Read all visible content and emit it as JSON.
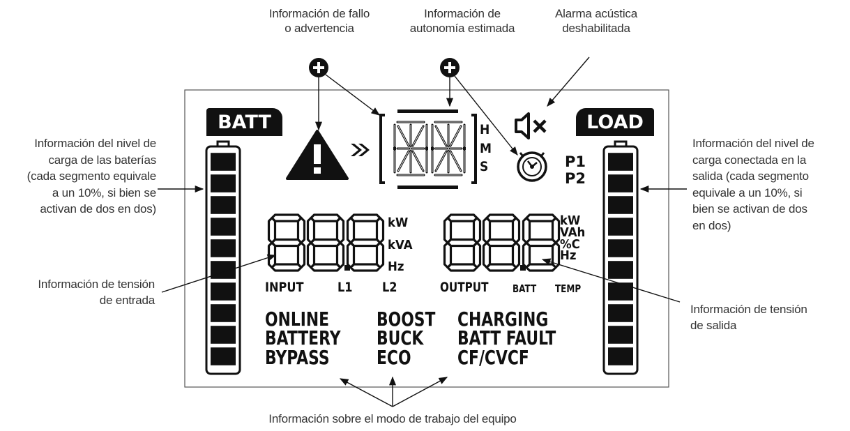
{
  "annotations": {
    "fault_warning": [
      "Información de fallo",
      "o advertencia"
    ],
    "autonomy": [
      "Información de",
      "autonomía estimada"
    ],
    "alarm_disabled": [
      "Alarma acústica",
      "deshabilitada"
    ],
    "battery_level": [
      "Información del nivel de",
      "carga de las baterías",
      "(cada segmento equivale",
      "a un 10%, si bien se",
      "activan de dos en dos)"
    ],
    "input_voltage": [
      "Información de tensión",
      "de entrada"
    ],
    "load_level": [
      "Información del nivel de",
      "carga conectada en la",
      "salida (cada segmento",
      "equivale a un 10%, si",
      "bien se activan de dos",
      "en dos)"
    ],
    "output_voltage": [
      "Información de tensión",
      "de salida"
    ],
    "work_mode": "Información sobre el modo de trabajo del equipo"
  },
  "lcd": {
    "batt_label": "BATT",
    "load_label": "LOAD",
    "time_units": [
      "H",
      "M",
      "S"
    ],
    "profiles": [
      "P1",
      "P2"
    ],
    "input_units": [
      "kW",
      "kVA",
      "Hz"
    ],
    "output_units": [
      "kW",
      "VAh",
      "%C",
      "Hz"
    ],
    "input_row": [
      "INPUT",
      "L1",
      "L2"
    ],
    "output_row": [
      "OUTPUT",
      "BATT",
      "TEMP"
    ],
    "modes": [
      [
        "ONLINE",
        "BOOST",
        "CHARGING"
      ],
      [
        "BATTERY",
        "BUCK",
        "BATT FAULT"
      ],
      [
        "BYPASS",
        "ECO",
        "CF/CVCF"
      ]
    ],
    "battery_segments": 10,
    "load_segments": 10
  }
}
